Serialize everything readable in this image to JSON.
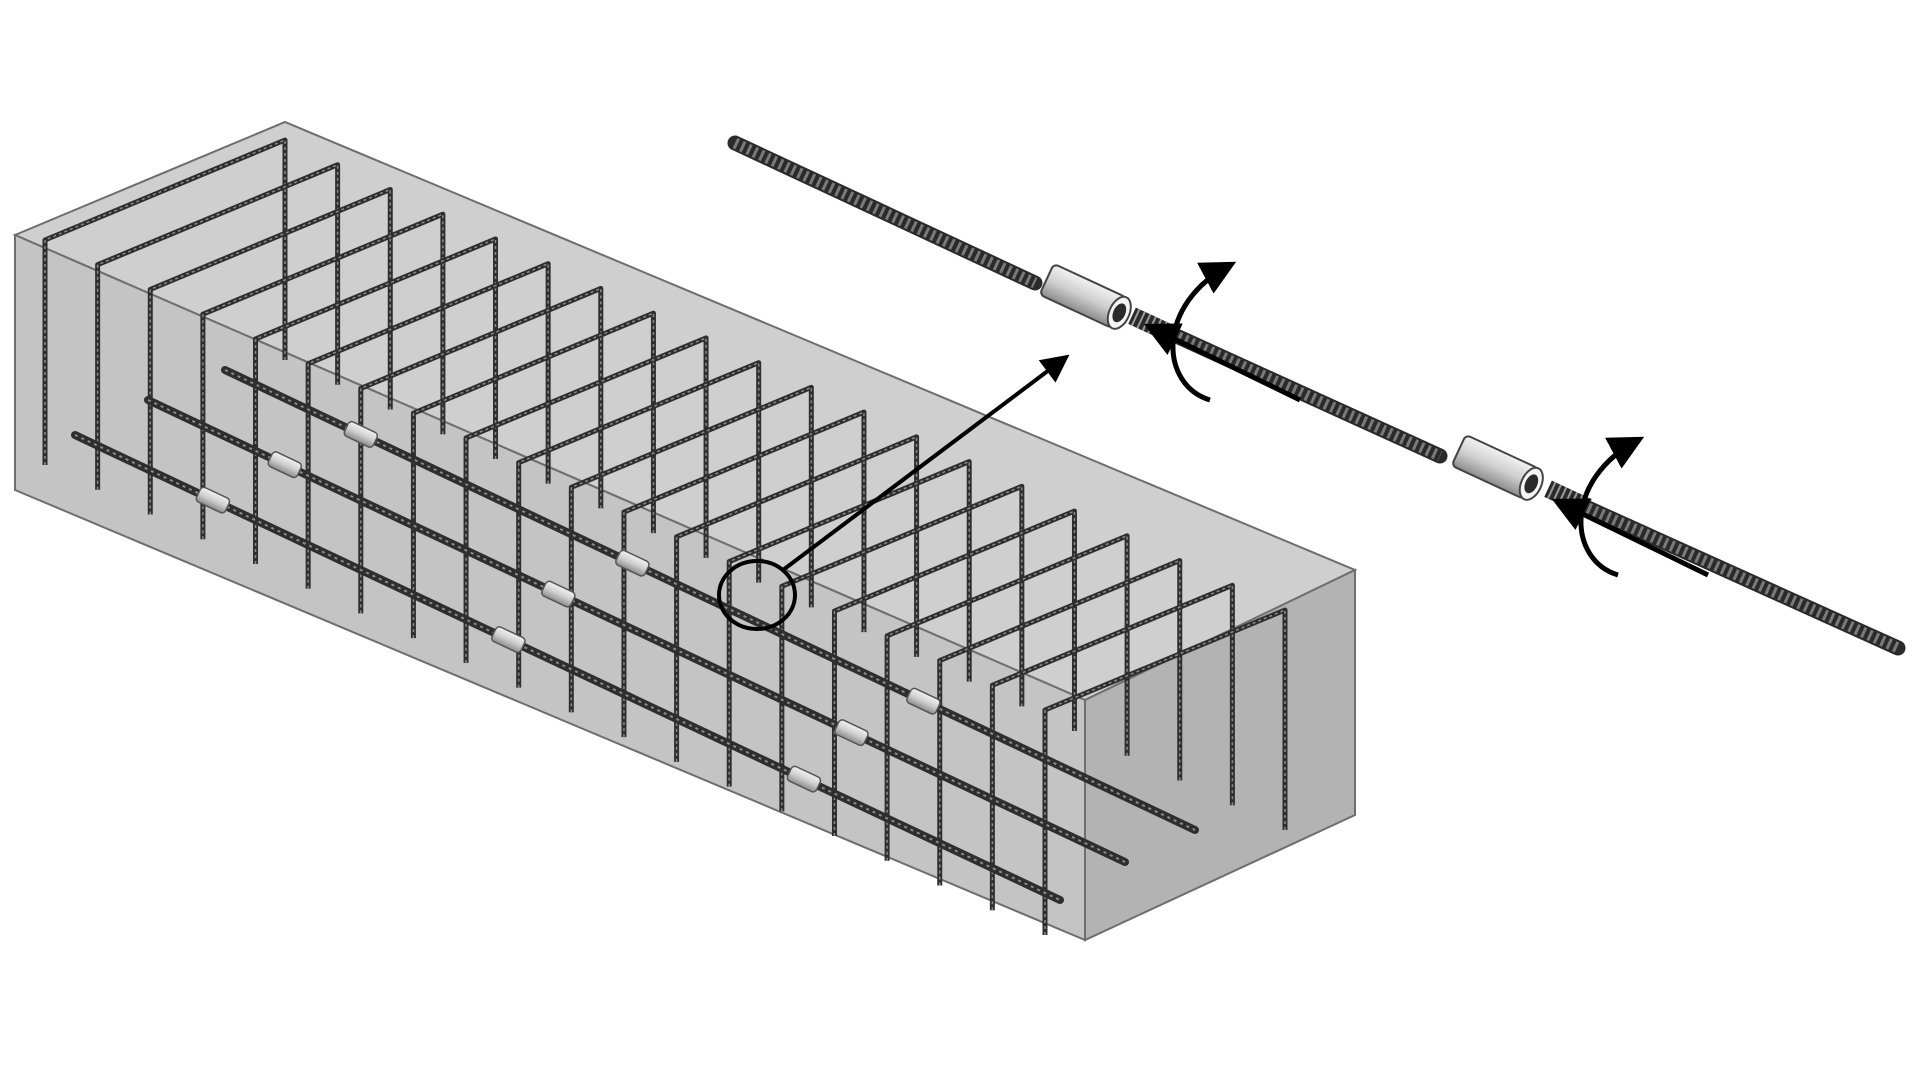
{
  "figure": {
    "type": "technical-illustration",
    "background": "#ffffff",
    "concrete_top": "#cfcfcf",
    "concrete_front": "#c2c2c2",
    "concrete_end": "#b5b5b5",
    "edge_color": "#6e6e6e",
    "rebar_color": "#3a3a3a",
    "coupler_color": "#d8d8d8",
    "callout_color": "#000000",
    "stirrup_count": 20,
    "longitudinal_bar_count": 3,
    "coupler_count": 9,
    "exploded_rod_segment_count": 3,
    "rotation_arrow_count": 2,
    "callout_icon": "detail-magnifier-callout",
    "rotation_icon": "rotation-arrow-icon"
  }
}
